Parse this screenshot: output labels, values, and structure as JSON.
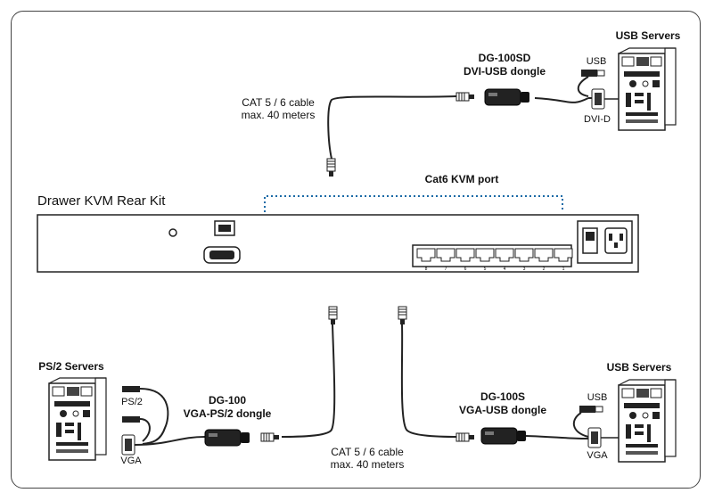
{
  "diagram_title": "Drawer KVM Rear Kit",
  "kvm_port_label": "Cat6 KVM port",
  "port_numbers": [
    "8",
    "7",
    "6",
    "5",
    "4",
    "3",
    "2",
    "1"
  ],
  "top_dongle": {
    "model": "DG-100SD",
    "desc": "DVI-USB dongle"
  },
  "top_cable": {
    "line1": "CAT 5 / 6 cable",
    "line2": "max. 40 meters"
  },
  "top_server": {
    "title": "USB Servers",
    "usb": "USB",
    "dvi": "DVI-D"
  },
  "left_server": {
    "title": "PS/2 Servers",
    "ps2": "PS/2",
    "vga": "VGA"
  },
  "left_dongle": {
    "model": "DG-100",
    "desc": "VGA-PS/2 dongle"
  },
  "bottom_cable": {
    "line1": "CAT 5 / 6 cable",
    "line2": "max. 40 meters"
  },
  "right_dongle": {
    "model": "DG-100S",
    "desc": "VGA-USB dongle"
  },
  "right_server": {
    "title": "USB Servers",
    "usb": "USB",
    "vga": "VGA"
  }
}
